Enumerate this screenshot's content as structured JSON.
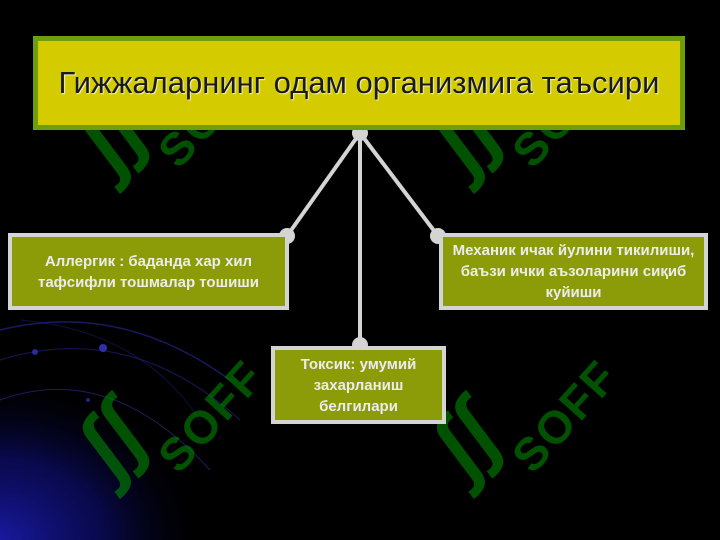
{
  "title": "Гижжаларнинг одам организмига таъсири",
  "boxes": {
    "left": "Аллергик : баданда хар хил тафсифли тошмалар тошиши",
    "right": "Механик ичак йулини тикилиши, баъзи ички аъзоларини сиқиб куйиши",
    "center": "Токсик: умумий захарланиш белгилари"
  },
  "watermark": {
    "text": "SOFF",
    "glyph": "ʃʃ"
  },
  "colors": {
    "background": "#000000",
    "title_fill": "#d4cc00",
    "title_border": "#6f9e0c",
    "box_fill": "#8c9c08",
    "box_border": "#d4d4d4",
    "connector": "#d4d4d4",
    "watermark": "#009600"
  }
}
